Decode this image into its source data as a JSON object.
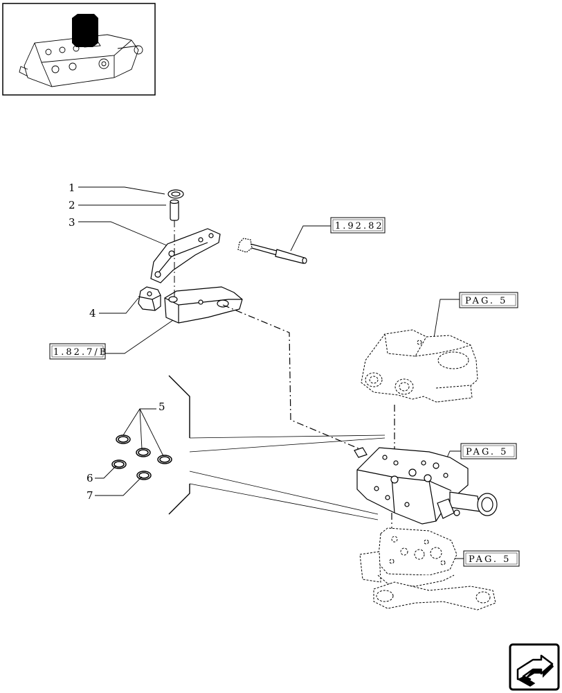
{
  "callouts": [
    {
      "id": "callout-1",
      "label": "1"
    },
    {
      "id": "callout-2",
      "label": "2"
    },
    {
      "id": "callout-3",
      "label": "3"
    },
    {
      "id": "callout-4",
      "label": "4"
    },
    {
      "id": "callout-5",
      "label": "5"
    },
    {
      "id": "callout-6",
      "label": "6"
    },
    {
      "id": "callout-7",
      "label": "7"
    }
  ],
  "references": {
    "ref_1_92_82": "1.92.82",
    "ref_1_82_7_b": "1.82.7/B",
    "pag_top": "PAG. 5",
    "pag_middle": "PAG. 5",
    "pag_bottom": "PAG. 5"
  },
  "icons": {
    "thumbnail": "tractor-rear-lift-thumbnail-icon",
    "next_page": "next-page-arrow-icon"
  }
}
